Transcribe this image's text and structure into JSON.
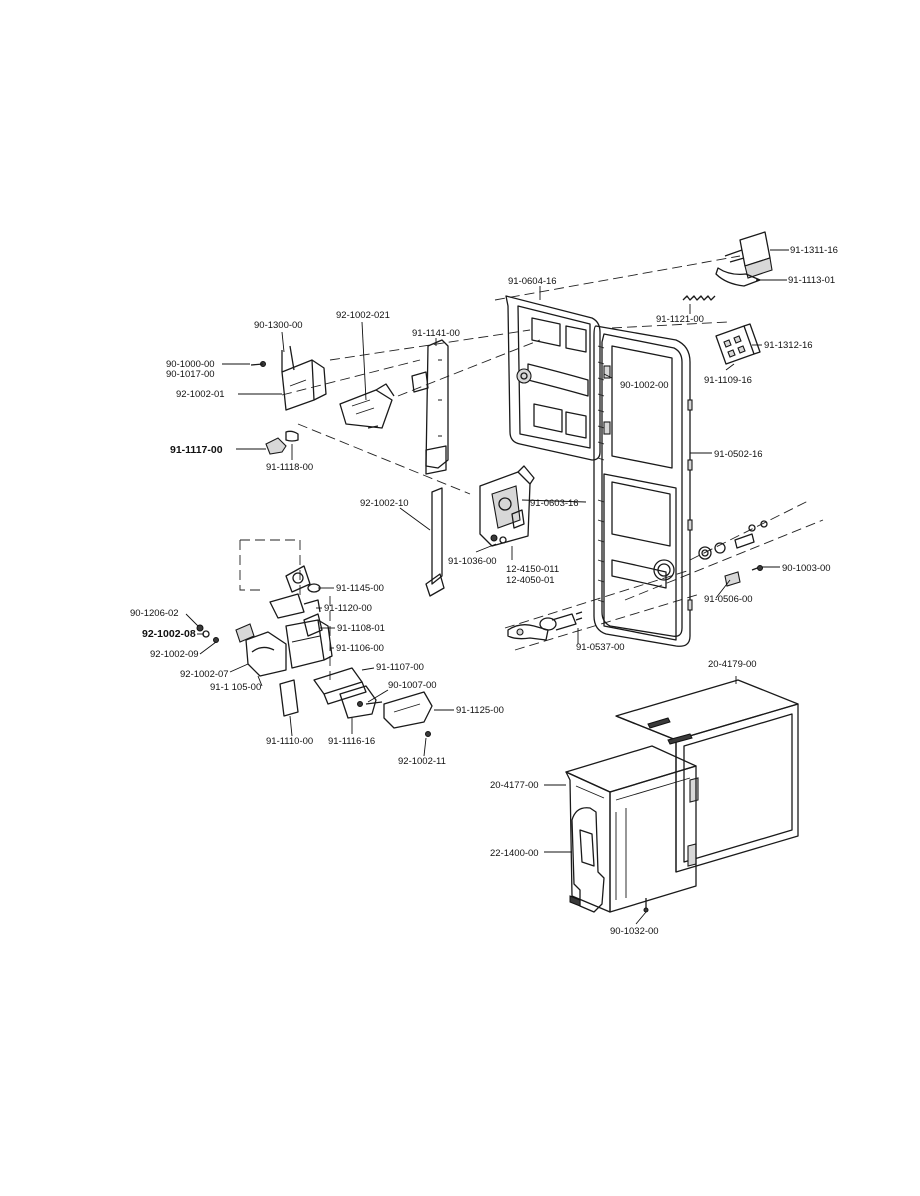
{
  "part_numbers": {
    "p_91_1311_16": "91-1311-16",
    "p_91_1113_01": "91-1113-01",
    "p_91_0604_16": "91-0604-16",
    "p_91_1121_00": "91-1121-00",
    "p_91_1312_16": "91-1312-16",
    "p_92_1002_021": "92-1002-021",
    "p_90_1300_00": "90-1300-00",
    "p_91_1141_00": "91-1141-00",
    "p_90_1000_00": "90-1000-00",
    "p_90_1017_00": "90-1017-00",
    "p_92_1002_01": "92-1002-01",
    "p_90_1002_00": "90-1002-00",
    "p_91_1109_16": "91-1109-16",
    "p_91_1117_00": "91-1117-00",
    "p_91_1118_00": "91-1118-00",
    "p_91_0502_16": "91-0502-16",
    "p_92_1002_10": "92-1002-10",
    "p_91_0603_16": "91-0603-16",
    "p_91_1036_00": "91-1036-00",
    "p_12_4150_011": "12-4150-011",
    "p_12_4050_01": "12-4050-01",
    "p_90_1003_00": "90-1003-00",
    "p_91_1145_00": "91-1145-00",
    "p_91_0506_00": "91-0506-00",
    "p_90_1206_02": "90-1206-02",
    "p_91_1120_00": "91-1120-00",
    "p_92_1002_08": "92-1002-08",
    "p_91_1108_01": "91-1108-01",
    "p_92_1002_09": "92-1002-09",
    "p_91_1106_00": "91-1106-00",
    "p_91_0537_00": "91-0537-00",
    "p_92_1002_07": "92-1002-07",
    "p_91_1105_00": "91-1 105-00",
    "p_91_1107_00": "91-1107-00",
    "p_20_4179_00": "20-4179-00",
    "p_90_1007_00": "90-1007-00",
    "p_91_1125_00": "91-1125-00",
    "p_91_1110_00": "91-1110-00",
    "p_91_1116_16": "91-1116-16",
    "p_92_1002_11": "92-1002-11",
    "p_20_4177_00": "20-4177-00",
    "p_22_1400_00": "22-1400-00",
    "p_90_1032_00": "90-1032-00"
  }
}
